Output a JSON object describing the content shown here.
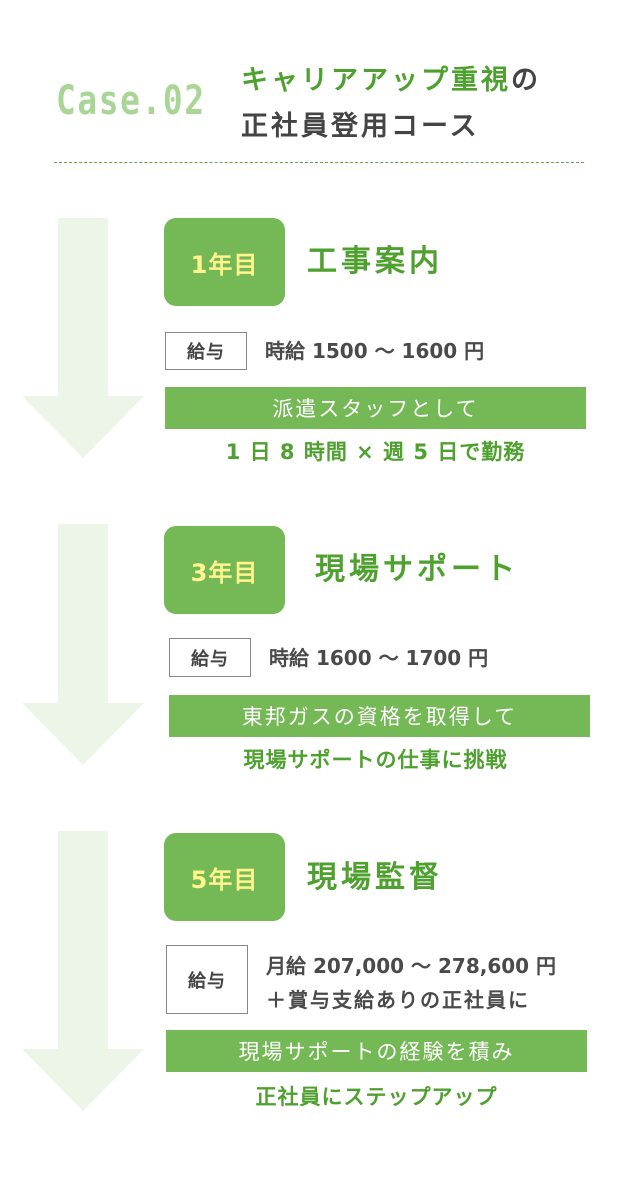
{
  "header": {
    "case_label": "Case.02",
    "title_line1_highlight": "キャリアアップ重視",
    "title_line1_rest": "の",
    "title_line2": "正社員登用コース"
  },
  "colors": {
    "badge_green": "#75b856",
    "badge_text_yellow": "#fff58c",
    "title_green": "#4fa12f",
    "arrow_pale_green": "#edf5e8",
    "case_label_green": "#a9d596",
    "dark_text": "#444444"
  },
  "stages": [
    {
      "badge": "1年目",
      "title": "工事案内",
      "salary_label": "給与",
      "salary_lines": [
        "時給 1500 〜 1600 円"
      ],
      "bar_text": "派遣スタッフとして",
      "detail_text": "1 日 8 時間 × 週 5 日で勤務"
    },
    {
      "badge": "3年目",
      "title": "現場サポート",
      "salary_label": "給与",
      "salary_lines": [
        "時給 1600 〜 1700 円"
      ],
      "bar_text": "東邦ガスの資格を取得して",
      "detail_text": "現場サポートの仕事に挑戦"
    },
    {
      "badge": "5年目",
      "title": "現場監督",
      "salary_label": "給与",
      "salary_lines": [
        "月給 207,000 〜 278,600 円",
        "＋賞与支給ありの正社員に"
      ],
      "bar_text": "現場サポートの経験を積み",
      "detail_text": "正社員にステップアップ"
    }
  ],
  "icons": {
    "arrow": "down-arrow-icon"
  }
}
